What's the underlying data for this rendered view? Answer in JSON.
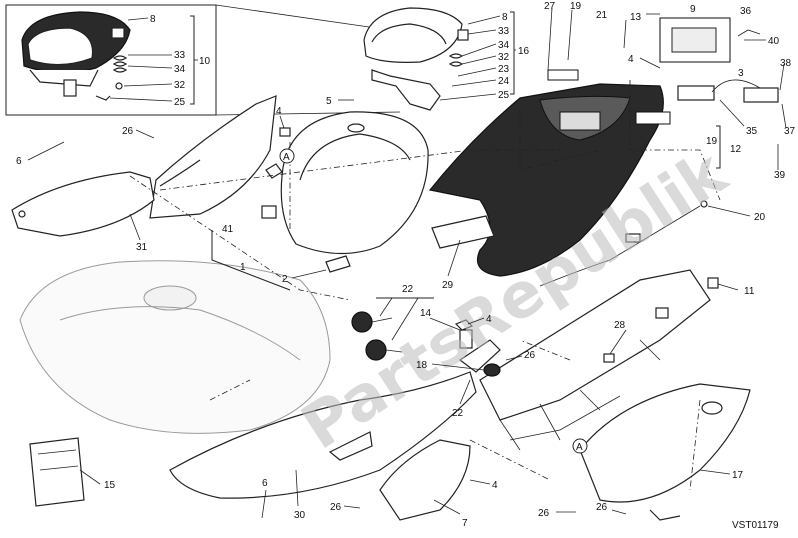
{
  "diagram": {
    "watermark": "PartsRepublik",
    "reference_code": "VST01179",
    "callouts": {
      "c8a": "8",
      "c10": "10",
      "c33a": "33",
      "c34a": "34",
      "c32a": "32",
      "c25a": "25",
      "c8b": "8",
      "c33b": "33",
      "c34b": "34",
      "c32b": "32",
      "c23": "23",
      "c24": "24",
      "c25b": "25",
      "c16": "16",
      "c27": "27",
      "c19a": "19",
      "c21": "21",
      "c13": "13",
      "c9": "9",
      "c36": "36",
      "c40": "40",
      "c38": "38",
      "c4a": "4",
      "c3": "3",
      "c35": "35",
      "c37": "37",
      "c19b": "19",
      "c12": "12",
      "c39": "39",
      "c5": "5",
      "c4b": "4",
      "c26a": "26",
      "c6a": "6",
      "cA1": "A",
      "c41": "41",
      "c1": "1",
      "c2": "2",
      "c31": "31",
      "c29": "29",
      "c20": "20",
      "c11": "11",
      "c22a": "22",
      "c14": "14",
      "c4c": "4",
      "c18": "18",
      "c26b": "26",
      "c28": "28",
      "c22b": "22",
      "c15": "15",
      "c30": "30",
      "c6b": "6",
      "c26c": "26",
      "c4d": "4",
      "c7": "7",
      "cA2": "A",
      "c17": "17",
      "c26d": "26",
      "c26e": "26"
    }
  }
}
